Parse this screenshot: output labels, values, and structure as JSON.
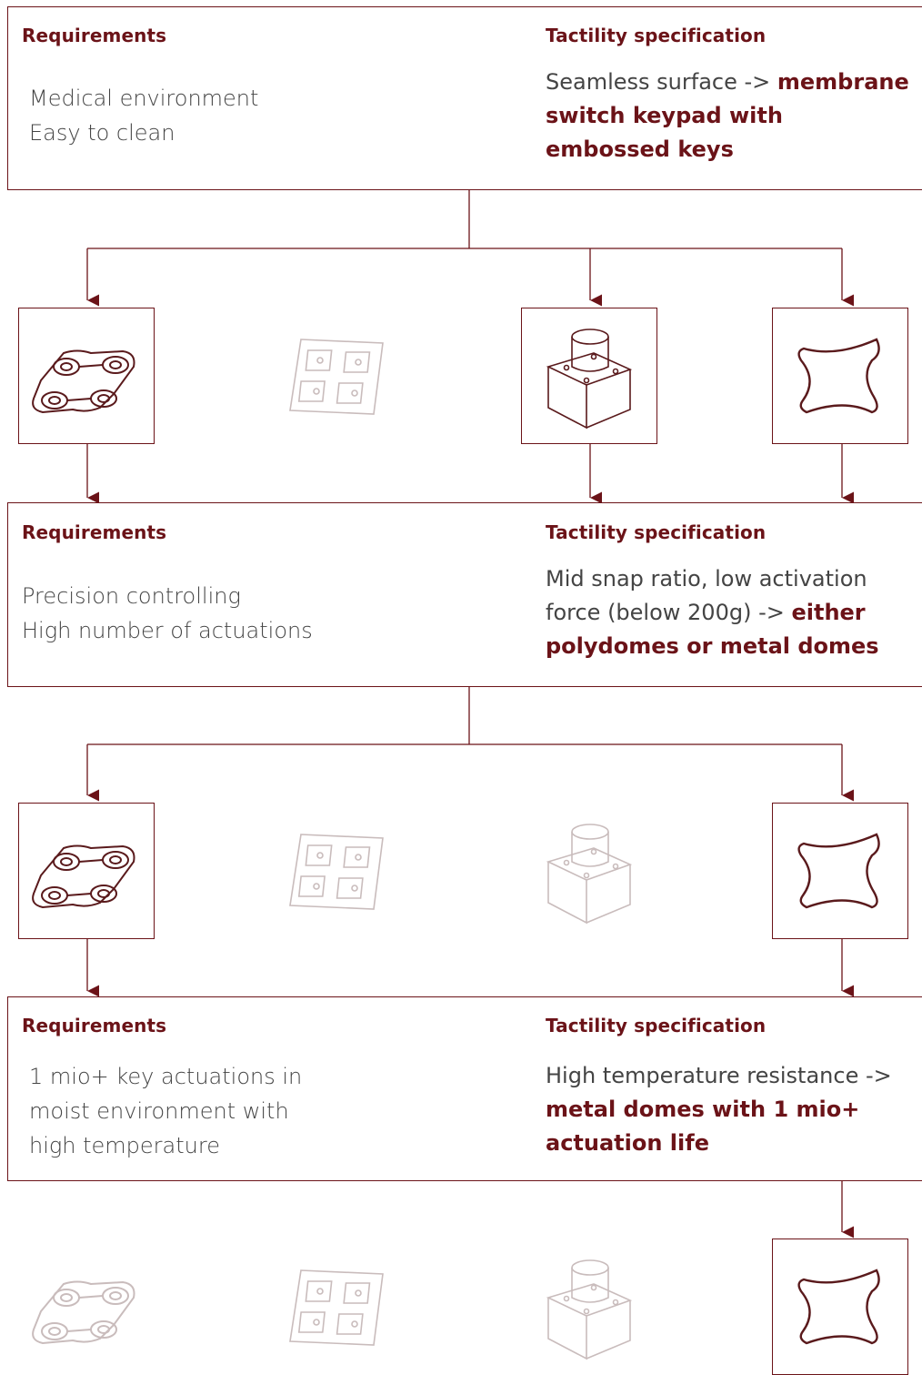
{
  "stages": [
    {
      "requirements_label": "Requirements",
      "requirements_lines": [
        "Medical environment",
        "Easy to clean"
      ],
      "spec_label": "Tactility specification",
      "spec_plain": "Seamless surface -> ",
      "spec_bold": "membrane switch keypad with embossed keys",
      "options": [
        {
          "icon": "embossed-keypad-icon",
          "state": "selected"
        },
        {
          "icon": "keypad-grid-icon",
          "state": "faded"
        },
        {
          "icon": "push-button-icon",
          "state": "selected"
        },
        {
          "icon": "metal-dome-icon",
          "state": "selected"
        }
      ]
    },
    {
      "requirements_label": "Requirements",
      "requirements_lines": [
        "Precision controlling",
        "High number of actuations"
      ],
      "spec_label": "Tactility specification",
      "spec_plain": "Mid snap ratio, low activation force (below 200g) -> ",
      "spec_bold": "either polydomes or metal domes",
      "options": [
        {
          "icon": "embossed-keypad-icon",
          "state": "selected"
        },
        {
          "icon": "keypad-grid-icon",
          "state": "faded"
        },
        {
          "icon": "push-button-icon",
          "state": "faded"
        },
        {
          "icon": "metal-dome-icon",
          "state": "selected"
        }
      ]
    },
    {
      "requirements_label": "Requirements",
      "requirements_lines": [
        "1 mio+ key actuations in",
        "moist environment with",
        "high temperature"
      ],
      "spec_label": "Tactility specification",
      "spec_plain": "High temperature resistance -> ",
      "spec_bold": "metal domes with 1 mio+ actuation life",
      "options": [
        {
          "icon": "embossed-keypad-icon",
          "state": "faded"
        },
        {
          "icon": "keypad-grid-icon",
          "state": "faded"
        },
        {
          "icon": "push-button-icon",
          "state": "faded"
        },
        {
          "icon": "metal-dome-icon",
          "state": "selected"
        }
      ]
    }
  ],
  "colors": {
    "accent": "#6b1318",
    "text": "#444444",
    "faded": "#c9bcbc"
  }
}
